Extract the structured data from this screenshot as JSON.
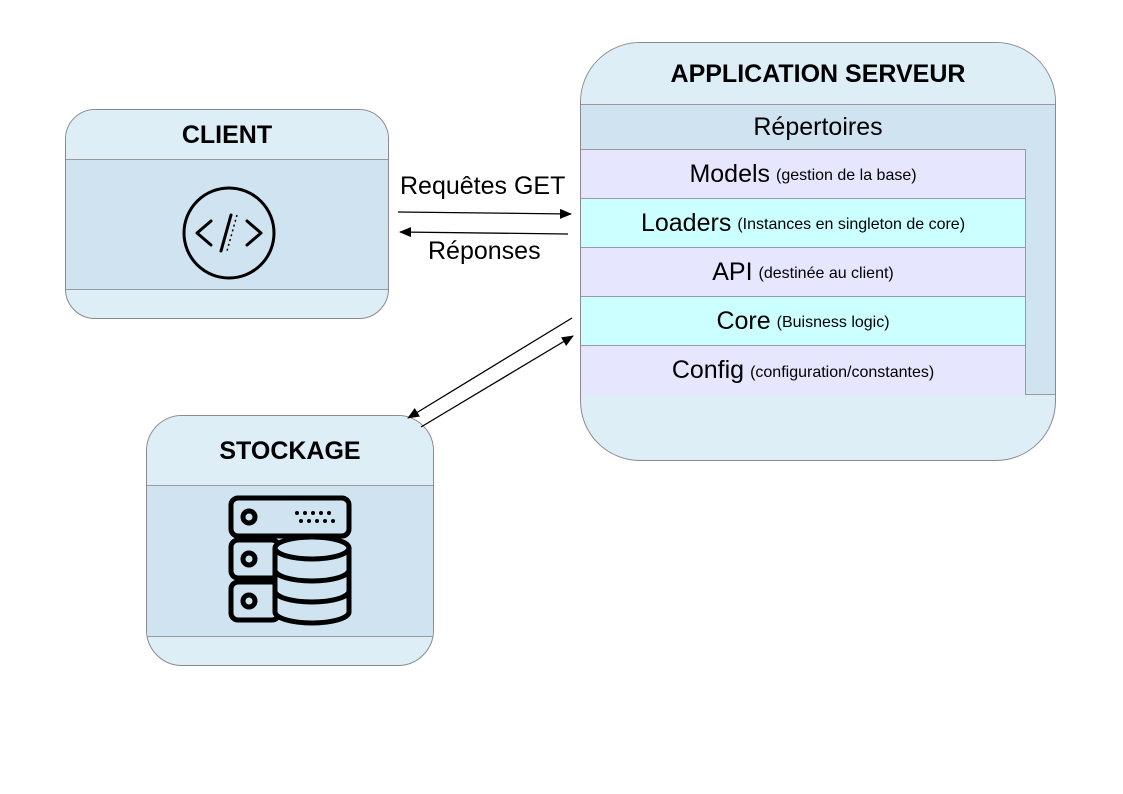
{
  "client": {
    "title": "CLIENT",
    "icon": "code-icon"
  },
  "server": {
    "title": "APPLICATION SERVEUR",
    "section": "Répertoires",
    "layers": [
      {
        "name": "Models",
        "desc": "(gestion de la base)"
      },
      {
        "name": "Loaders",
        "desc": "(Instances en singleton de core)"
      },
      {
        "name": "API",
        "desc": "(destinée au client)"
      },
      {
        "name": "Core",
        "desc": "(Buisness logic)"
      },
      {
        "name": "Config",
        "desc": "(configuration/constantes)"
      }
    ]
  },
  "storage": {
    "title": "STOCKAGE",
    "icon": "database-server-icon"
  },
  "flows": {
    "request": "Requêtes GET",
    "response": "Réponses"
  },
  "colors": {
    "box_header": "#deeef7",
    "box_body": "#cfe4f0",
    "layer_lavender": "#e6e6ff",
    "layer_cyan": "#ccffff"
  }
}
